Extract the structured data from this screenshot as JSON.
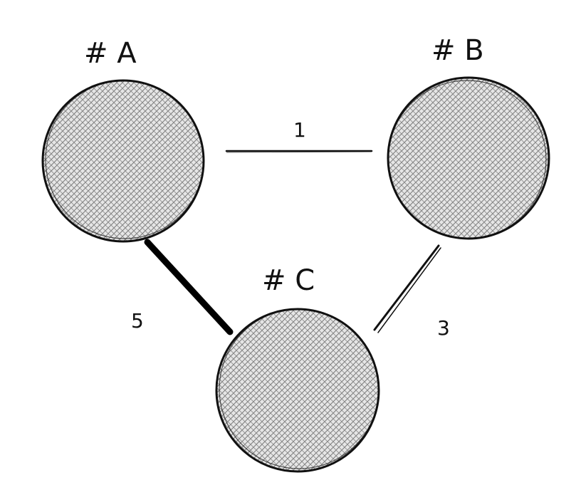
{
  "diagram": {
    "nodes": [
      {
        "id": "A",
        "label": "# A"
      },
      {
        "id": "B",
        "label": "# B"
      },
      {
        "id": "C",
        "label": "# C"
      }
    ],
    "edges": [
      {
        "from": "A",
        "to": "B",
        "weight": "1"
      },
      {
        "from": "A",
        "to": "C",
        "weight": "5"
      },
      {
        "from": "B",
        "to": "C",
        "weight": "3"
      }
    ]
  }
}
